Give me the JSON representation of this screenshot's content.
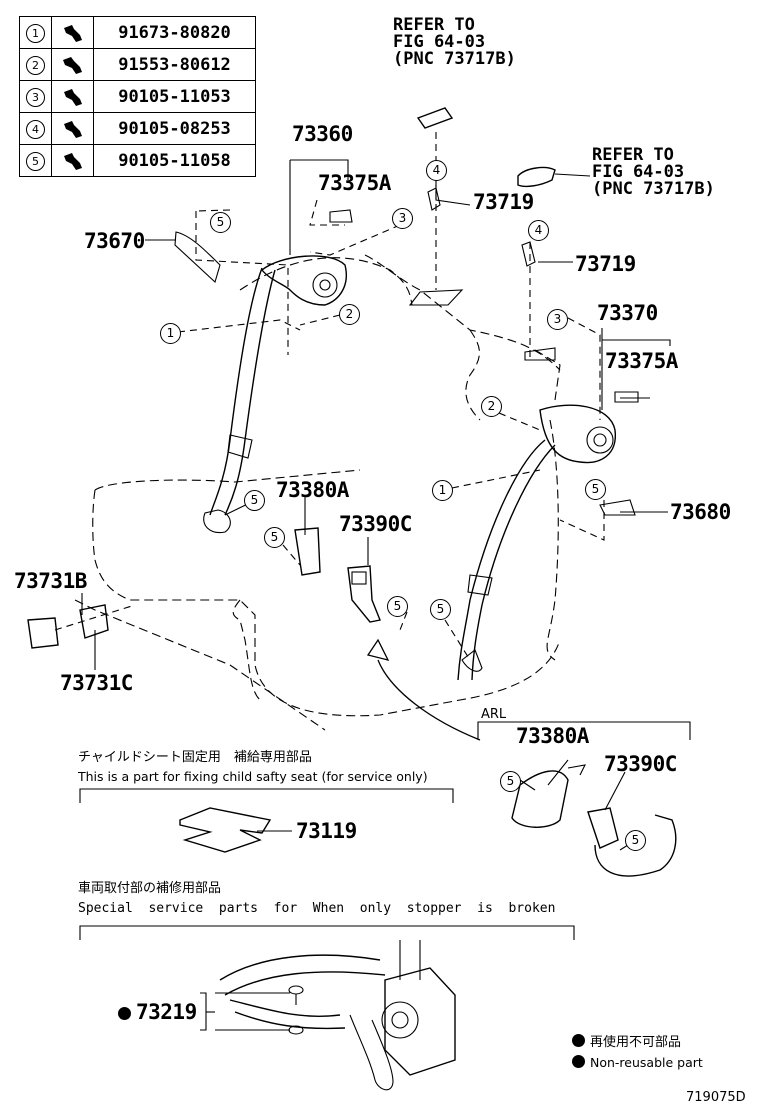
{
  "bolt_table": [
    {
      "num": "1",
      "part": "91673-80820"
    },
    {
      "num": "2",
      "part": "91553-80612"
    },
    {
      "num": "3",
      "part": "90105-11053"
    },
    {
      "num": "4",
      "part": "90105-08253"
    },
    {
      "num": "5",
      "part": "90105-11058"
    }
  ],
  "refer_top": "REFER TO\nFIG 64-03\n(PNC 73717B)",
  "refer_right": "REFER TO\nFIG 64-03\n(PNC 73717B)",
  "parts": {
    "p73360": "73360",
    "p73375a_left": "73375A",
    "p73670": "73670",
    "p73719_top": "73719",
    "p73719_right": "73719",
    "p73370": "73370",
    "p73375a_right": "73375A",
    "p73680": "73680",
    "p73380a": "73380A",
    "p73390c": "73390C",
    "p73731b": "73731B",
    "p73731c": "73731C",
    "p73119": "73119",
    "p73219": "73219"
  },
  "callouts": {
    "c5_top": "5",
    "c3_top": "3",
    "c1_left": "1",
    "c2_left": "2",
    "c4_top": "4",
    "c4_right": "4",
    "c3_right": "3",
    "c2_right": "2",
    "c1_right": "1",
    "c5_right": "5",
    "c5_belt_left": "5",
    "c5_buckle_left": "5",
    "c5_buckle_mid": "5",
    "c5_belt_right": "5",
    "c5_arl_left": "5",
    "c5_arl_right": "5"
  },
  "arl": {
    "label": "ARL",
    "part_left": "73380A",
    "part_right": "73390C"
  },
  "child_seat": {
    "note_jp": "チャイルドシート固定用　補給専用部品",
    "note_en": "This is a part for fixing child safty seat (for service only)"
  },
  "stopper": {
    "note_jp": "車両取付部の補修用部品",
    "note_en": "Special  service  parts  for  When  only  stopper  is  broken"
  },
  "legend": {
    "jp": "再使用不可部品",
    "en": "Non-reusable part"
  },
  "figure_id": "719075D"
}
